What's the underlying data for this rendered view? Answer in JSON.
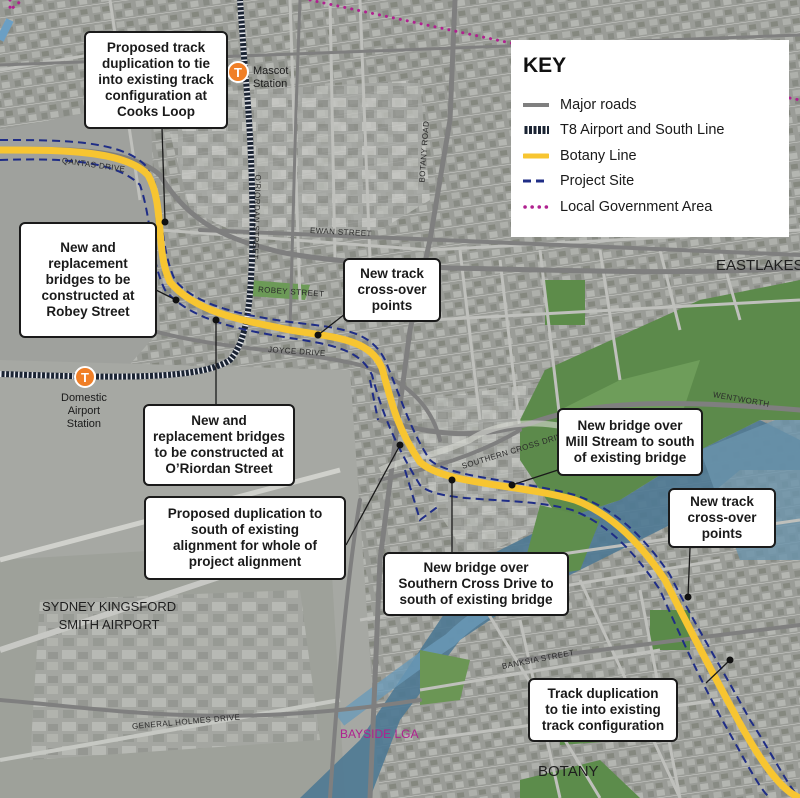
{
  "colors": {
    "botany_line": "#f7c531",
    "project_site": "#1f2d86",
    "lga_border": "#b0218f",
    "t8_line": "#1b2433",
    "roads": "#7f7f7f",
    "station": "#f07f27"
  },
  "key": {
    "title": "KEY",
    "items": [
      {
        "label": "Major roads",
        "symbol": "grey-solid-line"
      },
      {
        "label": "T8 Airport and South Line",
        "symbol": "navy-barred-line"
      },
      {
        "label": "Botany Line",
        "symbol": "yellow-line"
      },
      {
        "label": "Project Site",
        "symbol": "blue-dashed-line"
      },
      {
        "label": "Local Government Area",
        "symbol": "magenta-dotted-line"
      }
    ]
  },
  "stations": [
    {
      "badge": "T",
      "name": "Mascot\nStation",
      "icon": "train-station-icon"
    },
    {
      "badge": "T",
      "name": "Domestic\nAirport\nStation",
      "icon": "train-station-icon"
    }
  ],
  "callouts": [
    {
      "text": "Proposed track\nduplication to tie\ninto existing track\nconfiguration at\nCooks Loop"
    },
    {
      "text": "New and\nreplacement\nbridges to be\nconstructed at\nRobey Street"
    },
    {
      "text": "New track\ncross-over\npoints"
    },
    {
      "text": "New and\nreplacement bridges\nto be constructed at\nO’Riordan Street"
    },
    {
      "text": "New bridge over\nMill Stream to south\nof existing bridge"
    },
    {
      "text": "New track\ncross-over\npoints"
    },
    {
      "text": "Proposed duplication to\nsouth of existing\nalignment for whole of\nproject alignment"
    },
    {
      "text": "New bridge over\nSouthern Cross Drive to\nsouth of existing bridge"
    },
    {
      "text": "Track duplication\nto tie into existing\ntrack configuration"
    }
  ],
  "streets": [
    "QANTAS DRIVE",
    "EWAN STREET",
    "ROBEY STREET",
    "JOYCE DRIVE",
    "O’RIORDAN STREET",
    "BOTANY ROAD",
    "SOUTHERN CROSS DRIVE",
    "WENTWORTH",
    "BANKSIA STREET",
    "GENERAL HOLMES DRIVE"
  ],
  "areas": {
    "eastlakes": "EASTLAKES",
    "airport": "SYDNEY KINGSFORD\nSMITH AIRPORT",
    "botany": "BOTANY",
    "bayside_lga": "BAYSIDE LGA"
  }
}
